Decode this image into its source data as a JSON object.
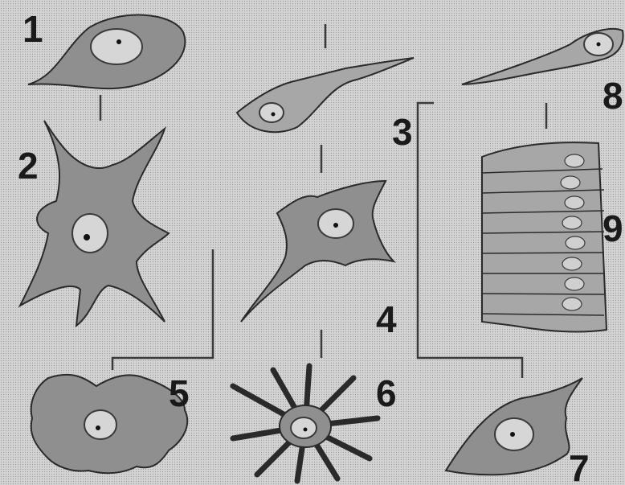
{
  "figure": {
    "labels": [
      "1",
      "2",
      "3",
      "4",
      "5",
      "6",
      "7",
      "8",
      "9"
    ]
  },
  "colors": {
    "background": "#cfcfcf",
    "cell": "#8f8f8f",
    "nucleus": "#d6d6d6",
    "outline": "#2a2a2a"
  }
}
